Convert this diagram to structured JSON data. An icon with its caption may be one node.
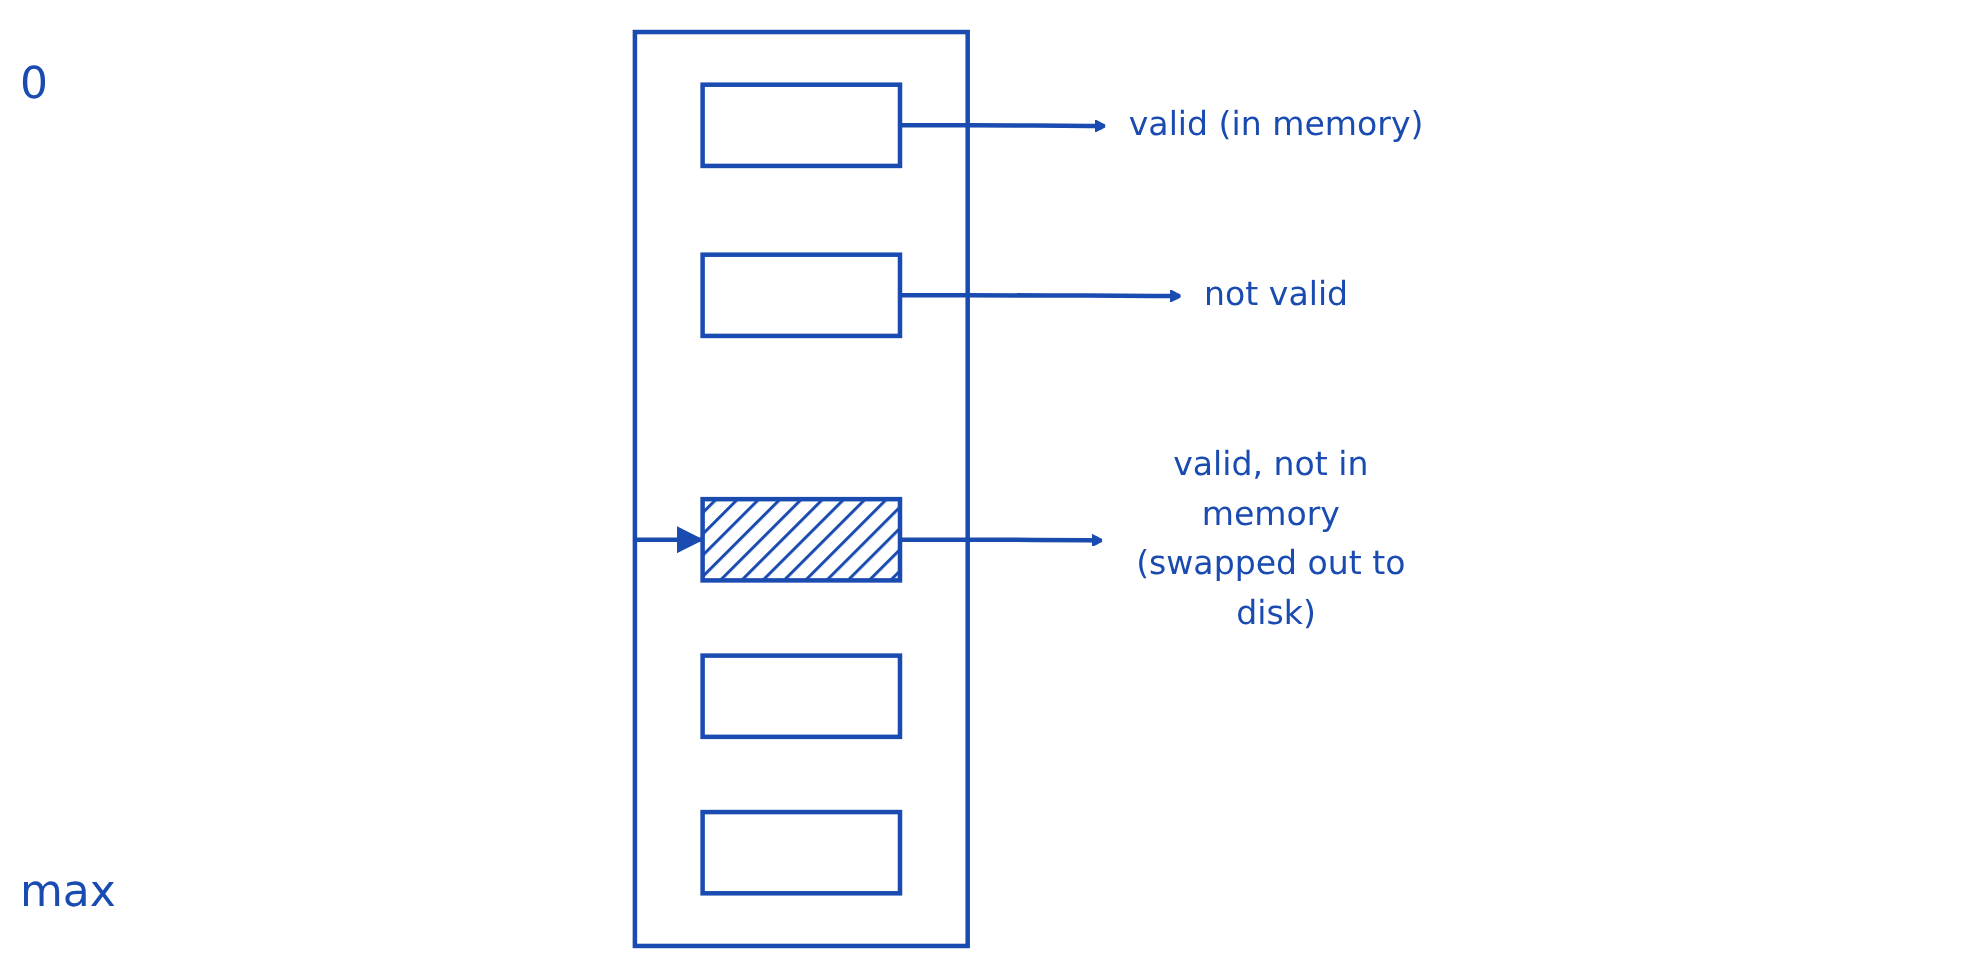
{
  "diagram": {
    "nodes": [
      {
        "text": [],
        "shape": "box"
      },
      {
        "text": [],
        "shape": "box",
        "in": 0
      },
      {
        "text": [],
        "shape": "box",
        "in": 0
      },
      {
        "text": [],
        "shape": "box",
        "in": 0
      },
      {
        "text": [],
        "shape": "box",
        "in": 0
      },
      {
        "text": [],
        "shape": "box",
        "in": 0
      },
      {
        "text": [
          "valid (in memory)"
        ]
      },
      {
        "text": [
          "not valid"
        ]
      },
      {
        "text": [
          "valid, not in memory (swapped out to disk)"
        ]
      }
    ],
    "edges": [
      {
        "from": 1,
        "to": 6,
        "arrow": "to"
      },
      {
        "from": 2,
        "to": 7,
        "arrow": "to"
      },
      {
        "from": 3,
        "to": 8,
        "arrow": "to"
      },
      {
        "from": null,
        "to": 3,
        "arrow": "to"
      }
    ],
    "labels": [
      "0",
      "max"
    ]
  }
}
